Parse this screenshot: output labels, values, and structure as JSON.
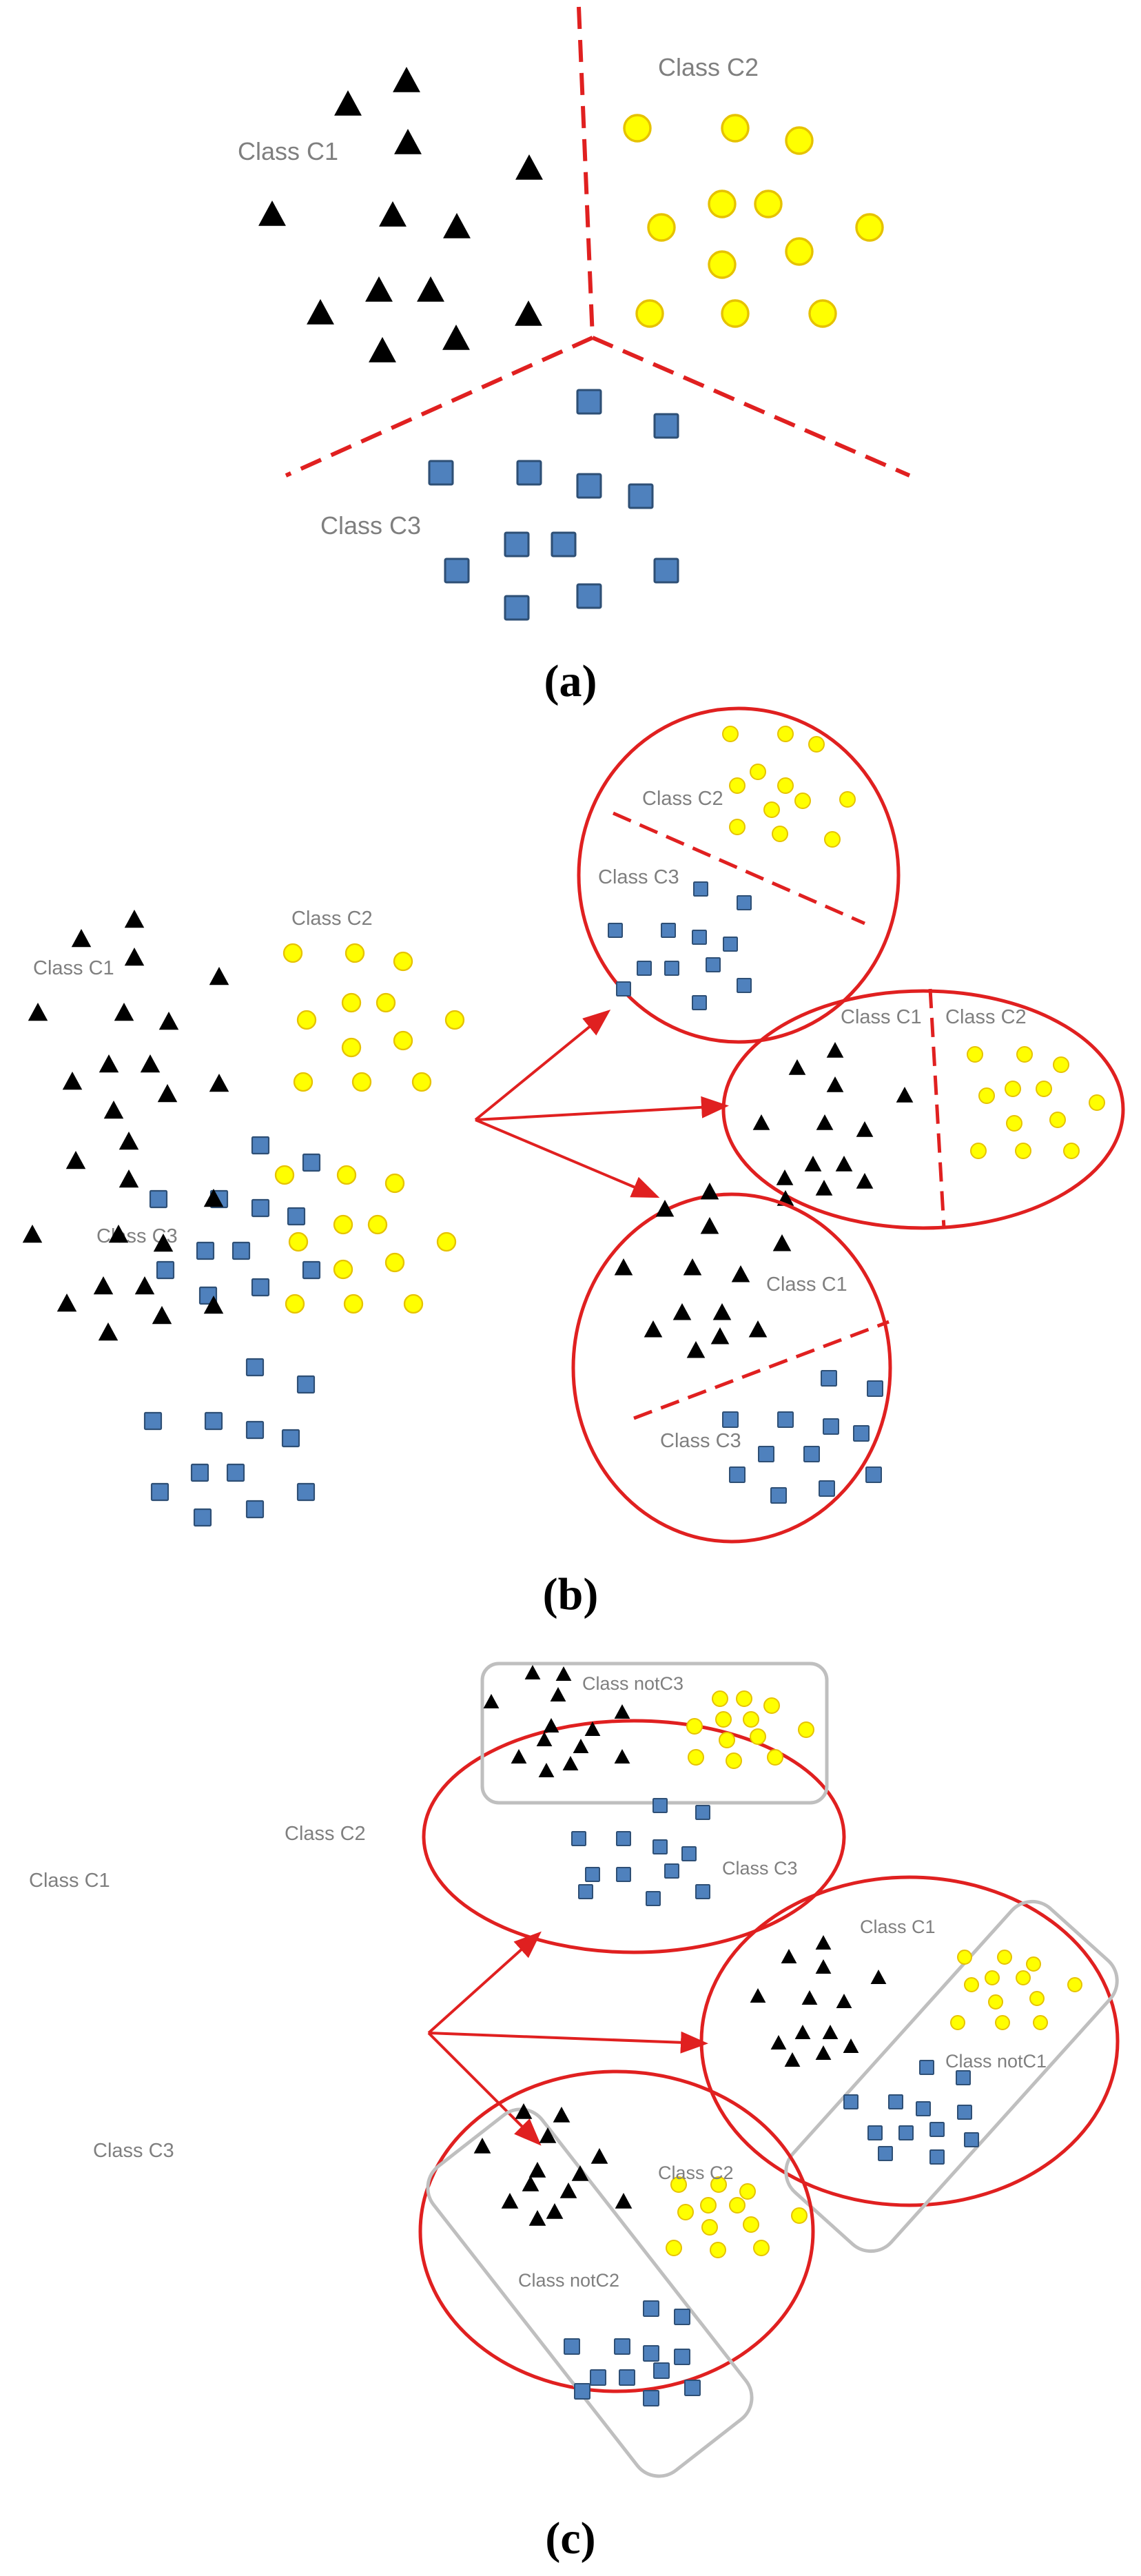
{
  "colors": {
    "triangle": "#000000",
    "circle_fill": "#ffff00",
    "circle_stroke": "#e6c200",
    "square_fill": "#4f81bd",
    "square_stroke": "#2e4f75",
    "boundary": "#e02020",
    "group_box": "#bfbfbf",
    "label": "#7f7f7f"
  },
  "icons": {
    "triangle": "triangle-marker",
    "circle": "circle-marker",
    "square": "square-marker"
  },
  "panels": {
    "a": {
      "caption": "(a)",
      "labels": {
        "c1": "Class C1",
        "c2": "Class C2",
        "c3": "Class C3"
      }
    },
    "b": {
      "caption": "(b)",
      "labels": {
        "c1": "Class C1",
        "c2": "Class C2",
        "c3": "Class C3"
      },
      "sub1": {
        "top": "Class C2",
        "bottom": "Class C3"
      },
      "sub2": {
        "left": "Class C1",
        "right": "Class C2"
      },
      "sub3": {
        "top": "Class C1",
        "bottom": "Class C3"
      }
    },
    "c": {
      "caption": "(c)",
      "labels": {
        "c1": "Class C1",
        "c2": "Class C2",
        "c3": "Class C3"
      },
      "sub1": {
        "group": "Class notC3",
        "single": "Class C3"
      },
      "sub2": {
        "single": "Class C1",
        "group": "Class notC1"
      },
      "sub3": {
        "single": "Class C2",
        "group": "Class notC2"
      }
    }
  }
}
